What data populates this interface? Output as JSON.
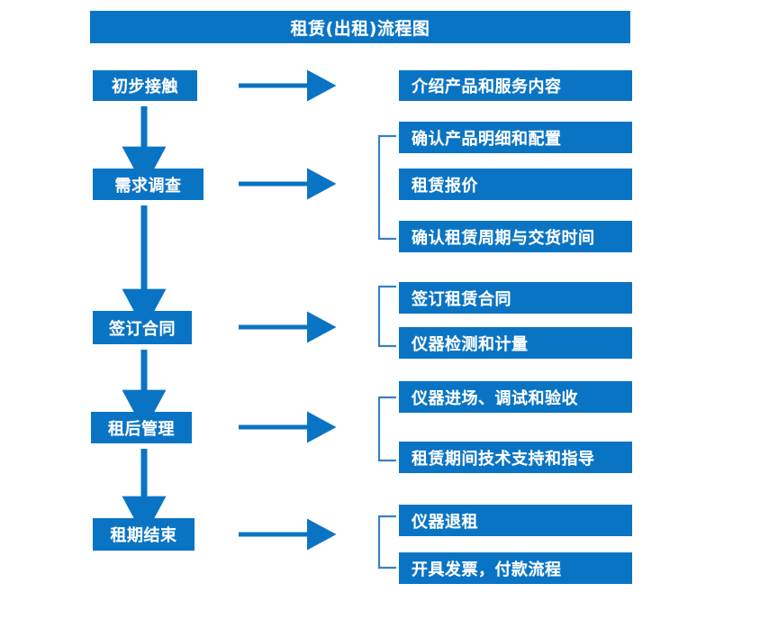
{
  "diagram": {
    "title": "租赁(出租)流程图",
    "colors": {
      "box_fill": "#0a74c4",
      "box_text": "#ffffff",
      "arrow": "#0a74c4",
      "bracket": "#3c7fbf",
      "background": "#ffffff"
    },
    "stages": [
      {
        "label": "初步接触"
      },
      {
        "label": "需求调查"
      },
      {
        "label": "签订合同"
      },
      {
        "label": "租后管理"
      },
      {
        "label": "租期结束"
      }
    ],
    "task_groups": [
      {
        "stage": "初步接触",
        "bracket": false,
        "tasks": [
          {
            "label": "介绍产品和服务内容"
          }
        ]
      },
      {
        "stage": "需求调查",
        "bracket": true,
        "tasks": [
          {
            "label": "确认产品明细和配置"
          },
          {
            "label": "租赁报价"
          },
          {
            "label": "确认租赁周期与交货时间"
          }
        ]
      },
      {
        "stage": "签订合同",
        "bracket": true,
        "tasks": [
          {
            "label": "签订租赁合同"
          },
          {
            "label": "仪器检测和计量"
          }
        ]
      },
      {
        "stage": "租后管理",
        "bracket": true,
        "tasks": [
          {
            "label": "仪器进场、调试和验收"
          },
          {
            "label": "租赁期间技术支持和指导"
          }
        ]
      },
      {
        "stage": "租期结束",
        "bracket": true,
        "tasks": [
          {
            "label": "仪器退租"
          },
          {
            "label": "开具发票，付款流程"
          }
        ]
      }
    ]
  }
}
